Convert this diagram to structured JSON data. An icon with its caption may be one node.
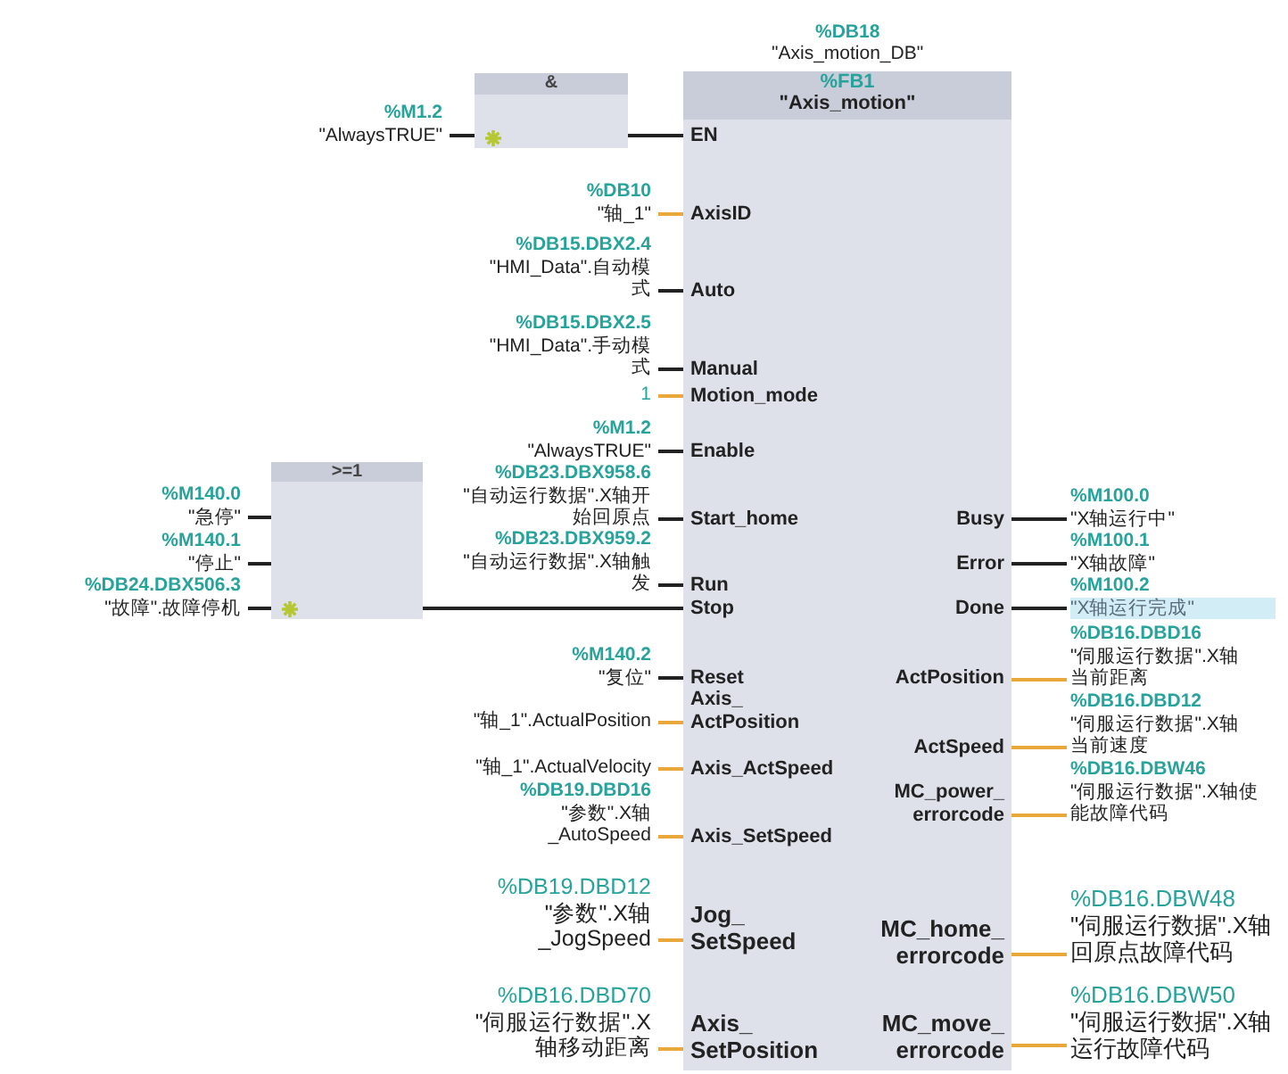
{
  "diagram": {
    "nodes": [
      {
        "text": [
          "&"
        ]
      },
      {
        "text": [
          "%FB1",
          "\"Axis_motion\"",
          "EN",
          "AxisID",
          "Auto",
          "Manual",
          "Motion_mode",
          "Enable",
          "Start_home",
          "Run",
          "Stop",
          "Reset",
          "Axis_ActPosition",
          "Axis_ActSpeed",
          "Axis_SetSpeed",
          "Jog_SetSpeed",
          "Axis_SetPosition",
          "Busy",
          "Error",
          "Done",
          "ActPosition",
          "ActSpeed",
          "MC_power_errorcode",
          "MC_home_errorcode",
          "MC_move_errorcode"
        ],
        "beside": [
          "%DB18",
          "\"Axis_motion_DB\""
        ]
      },
      {
        "text": [
          ">=1"
        ]
      },
      {
        "text": [
          "%M1.2",
          "\"AlwaysTRUE\""
        ]
      },
      {
        "text": [
          "%DB10",
          "\"轴_1\""
        ]
      },
      {
        "text": [
          "%DB15.DBX2.4",
          "\"HMI_Data\".自动模式"
        ]
      },
      {
        "text": [
          "%DB15.DBX2.5",
          "\"HMI_Data\".手动模式"
        ]
      },
      {
        "text": [
          "1"
        ]
      },
      {
        "text": [
          "%M1.2",
          "\"AlwaysTRUE\""
        ]
      },
      {
        "text": [
          "%M140.0",
          "\"急停\""
        ]
      },
      {
        "text": [
          "%M140.1",
          "\"停止\""
        ]
      },
      {
        "text": [
          "%DB24.DBX506.3",
          "\"故障\".故障停机"
        ]
      },
      {
        "text": [
          "%DB23.DBX958.6",
          "\"自动运行数据\".X轴开始回原点"
        ]
      },
      {
        "text": [
          "%DB23.DBX959.2",
          "\"自动运行数据\".X轴触发"
        ]
      },
      {
        "text": [
          "%M140.2",
          "\"复位\""
        ]
      },
      {
        "text": [
          "\"轴_1\".ActualPosition"
        ]
      },
      {
        "text": [
          "\"轴_1\".ActualVelocity"
        ]
      },
      {
        "text": [
          "%DB19.DBD16",
          "\"参数\".X轴_AutoSpeed"
        ]
      },
      {
        "text": [
          "%DB19.DBD12",
          "\"参数\".X轴_JogSpeed"
        ]
      },
      {
        "text": [
          "%DB16.DBD70",
          "\"伺服运行数据\".X轴移动距离"
        ]
      },
      {
        "text": [
          "%M100.0",
          "\"X轴运行中\""
        ]
      },
      {
        "text": [
          "%M100.1",
          "\"X轴故障\""
        ]
      },
      {
        "text": [
          "%M100.2",
          "\"X轴运行完成\""
        ]
      },
      {
        "text": [
          "%DB16.DBD16",
          "\"伺服运行数据\".X轴当前距离"
        ]
      },
      {
        "text": [
          "%DB16.DBD12",
          "\"伺服运行数据\".X轴当前速度"
        ]
      },
      {
        "text": [
          "%DB16.DBW46",
          "\"伺服运行数据\".X轴使能故障代码"
        ]
      },
      {
        "text": [
          "%DB16.DBW48",
          "\"伺服运行数据\".X轴回原点故障代码"
        ]
      },
      {
        "text": [
          "%DB16.DBW50",
          "\"伺服运行数据\".X轴运行故障代码"
        ]
      }
    ],
    "edges": [
      {
        "from": 3,
        "to": 0,
        "arrow": "none"
      },
      {
        "from": 0,
        "to": 1,
        "arrow": "none"
      },
      {
        "from": 4,
        "to": 1,
        "arrow": "none",
        "color": "#e9a93a"
      },
      {
        "from": 5,
        "to": 1,
        "arrow": "none"
      },
      {
        "from": 6,
        "to": 1,
        "arrow": "none"
      },
      {
        "from": 7,
        "to": 1,
        "arrow": "none",
        "color": "#e9a93a"
      },
      {
        "from": 8,
        "to": 1,
        "arrow": "none"
      },
      {
        "from": 9,
        "to": 2,
        "arrow": "none"
      },
      {
        "from": 10,
        "to": 2,
        "arrow": "none"
      },
      {
        "from": 11,
        "to": 2,
        "arrow": "none"
      },
      {
        "from": 2,
        "to": 1,
        "arrow": "none"
      },
      {
        "from": 12,
        "to": 1,
        "arrow": "none"
      },
      {
        "from": 13,
        "to": 1,
        "arrow": "none"
      },
      {
        "from": 14,
        "to": 1,
        "arrow": "none"
      },
      {
        "from": 15,
        "to": 1,
        "arrow": "none",
        "color": "#e9a93a"
      },
      {
        "from": 16,
        "to": 1,
        "arrow": "none",
        "color": "#e9a93a"
      },
      {
        "from": 17,
        "to": 1,
        "arrow": "none",
        "color": "#e9a93a"
      },
      {
        "from": 18,
        "to": 1,
        "arrow": "none",
        "color": "#e9a93a"
      },
      {
        "from": 19,
        "to": 1,
        "arrow": "none",
        "color": "#e9a93a"
      },
      {
        "from": 1,
        "to": 20,
        "arrow": "none"
      },
      {
        "from": 1,
        "to": 21,
        "arrow": "none"
      },
      {
        "from": 1,
        "to": 22,
        "arrow": "none"
      },
      {
        "from": 1,
        "to": 23,
        "arrow": "none",
        "color": "#e9a93a"
      },
      {
        "from": 1,
        "to": 24,
        "arrow": "none",
        "color": "#e9a93a"
      },
      {
        "from": 1,
        "to": 25,
        "arrow": "none",
        "color": "#e9a93a"
      },
      {
        "from": 1,
        "to": 26,
        "arrow": "none",
        "color": "#e9a93a"
      },
      {
        "from": 1,
        "to": 27,
        "arrow": "none",
        "color": "#e9a93a"
      }
    ]
  }
}
